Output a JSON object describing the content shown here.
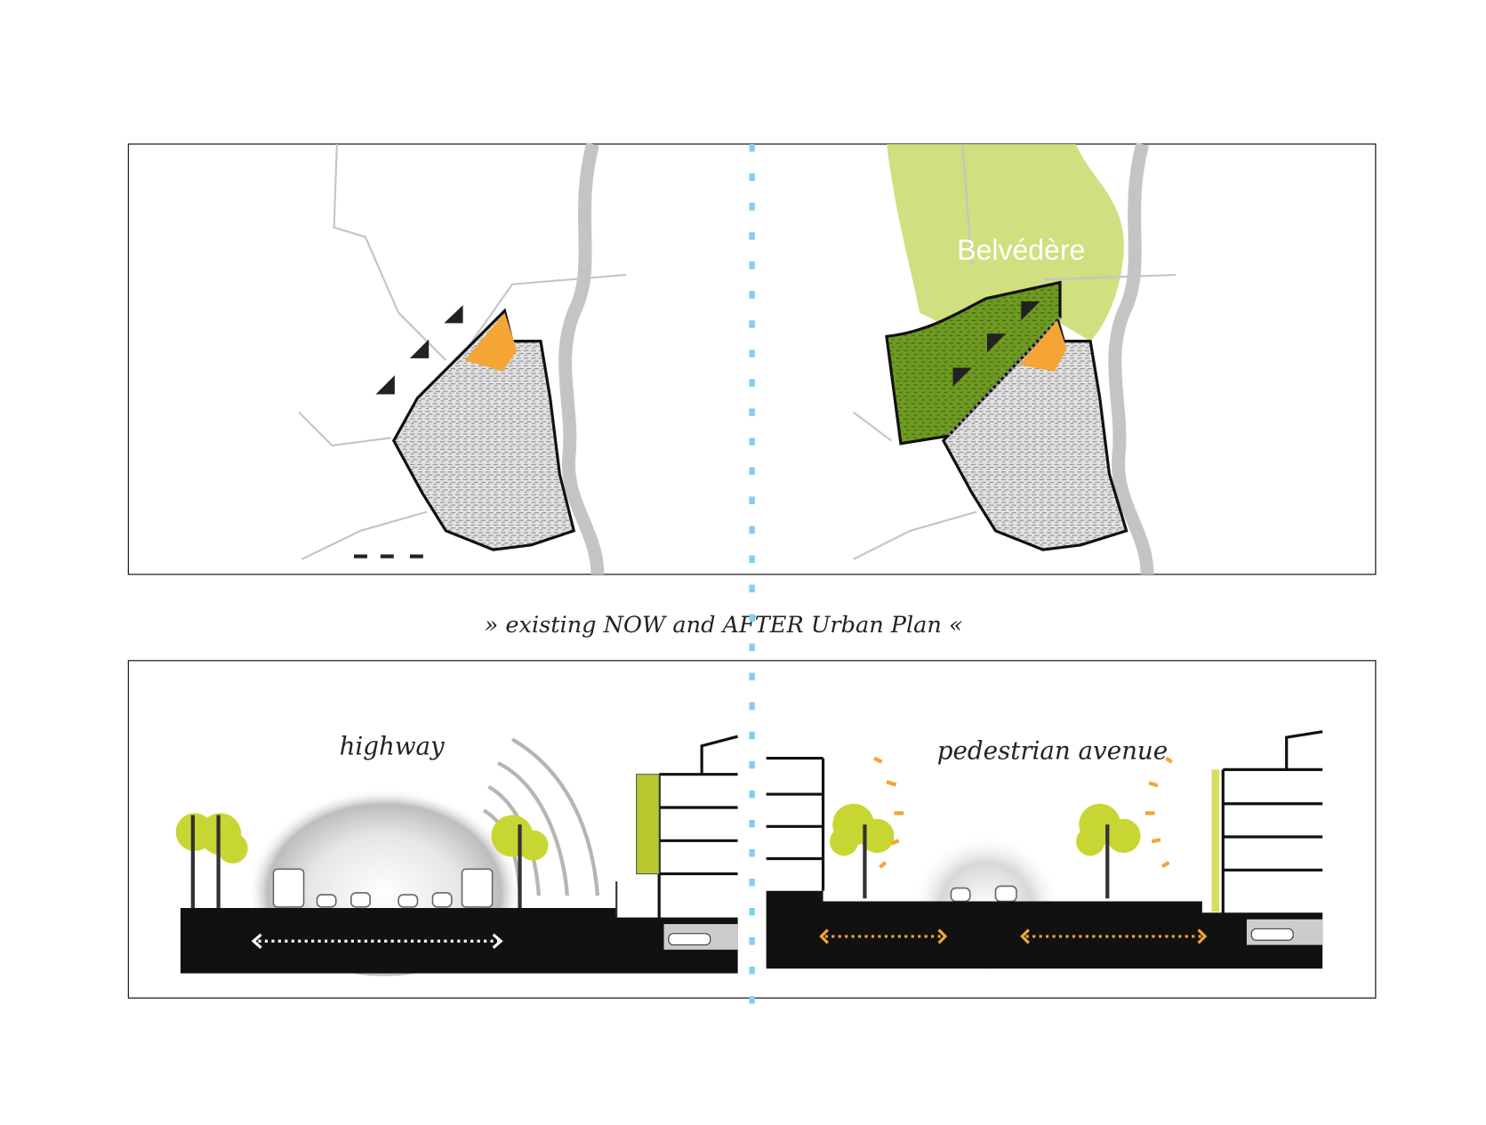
{
  "caption": "» existing NOW and AFTER Urban Plan «",
  "maps": {
    "after_label": "Belvédère"
  },
  "sections": {
    "before_label": "highway",
    "after_label": "pedestrian avenue"
  },
  "colors": {
    "divider": "#7fd0ee",
    "green": "#b5cc2e",
    "dark_green": "#5d8a1a",
    "orange": "#f4a534",
    "road": "#c4c4c4"
  }
}
